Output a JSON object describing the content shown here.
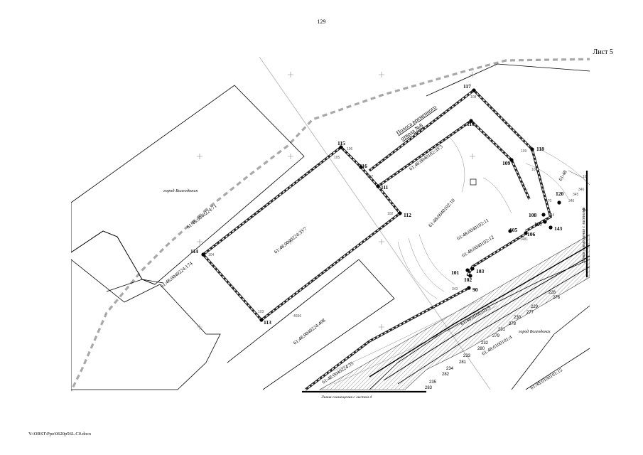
{
  "page": {
    "number": "129",
    "sheet": "Лист 5",
    "footer_path": "Y:\\ORST\\Ppo\\0620p56L.C0.docx"
  },
  "map": {
    "city_label": "город Волгодонск",
    "city_label_2": "город Волгодонск",
    "strip_label_1": "Полоса временного",
    "strip_label_2": "отвода №8",
    "match_line_6": "Линия совмещения с листом 6",
    "match_line_4": "Линия совмещения с листом 4",
    "parcels": [
      {
        "id": "61:48:0040224:71"
      },
      {
        "id": "61:48:0040224:174"
      },
      {
        "id": "61:48:0040224:ЗУ7"
      },
      {
        "id": "61:48:0040224:408"
      },
      {
        "id": "61:48:0040224:35"
      },
      {
        "id": "61:48:0040102:ЗУ3"
      },
      {
        "id": "61:48:0040102:10"
      },
      {
        "id": "61:48:0040102:11"
      },
      {
        "id": "61:48:0040102:12"
      },
      {
        "id": "61:48:0100101:5"
      },
      {
        "id": "61:48:0100101:4"
      },
      {
        "id": "61:48:0100101:15"
      },
      {
        "id": "61:48"
      }
    ],
    "points": [
      {
        "n": "117"
      },
      {
        "n": "110"
      },
      {
        "n": "118"
      },
      {
        "n": "109"
      },
      {
        "n": "115"
      },
      {
        "n": "116"
      },
      {
        "n": "111"
      },
      {
        "n": "112"
      },
      {
        "n": "114"
      },
      {
        "n": "113"
      },
      {
        "n": "120"
      },
      {
        "n": "108"
      },
      {
        "n": "107"
      },
      {
        "n": "143"
      },
      {
        "n": "105"
      },
      {
        "n": "106"
      },
      {
        "n": "101"
      },
      {
        "n": "102"
      },
      {
        "n": "103"
      },
      {
        "n": "90"
      },
      {
        "n": "14"
      }
    ],
    "small_numbers": [
      "108",
      "106",
      "105",
      "107",
      "102",
      "104",
      "103",
      "109",
      "100",
      "170",
      "344",
      "340",
      "345",
      "346",
      "1481",
      "343",
      "16",
      "4656"
    ],
    "contour_numbers": [
      {
        "a": "228",
        "b": "276"
      },
      {
        "a": "229",
        "b": "277"
      },
      {
        "a": "230",
        "b": "278"
      },
      {
        "a": "231",
        "b": "279"
      },
      {
        "a": "232",
        "b": "280"
      },
      {
        "a": "233",
        "b": "281"
      },
      {
        "a": "234",
        "b": "282"
      },
      {
        "a": "235",
        "b": "283"
      }
    ]
  }
}
